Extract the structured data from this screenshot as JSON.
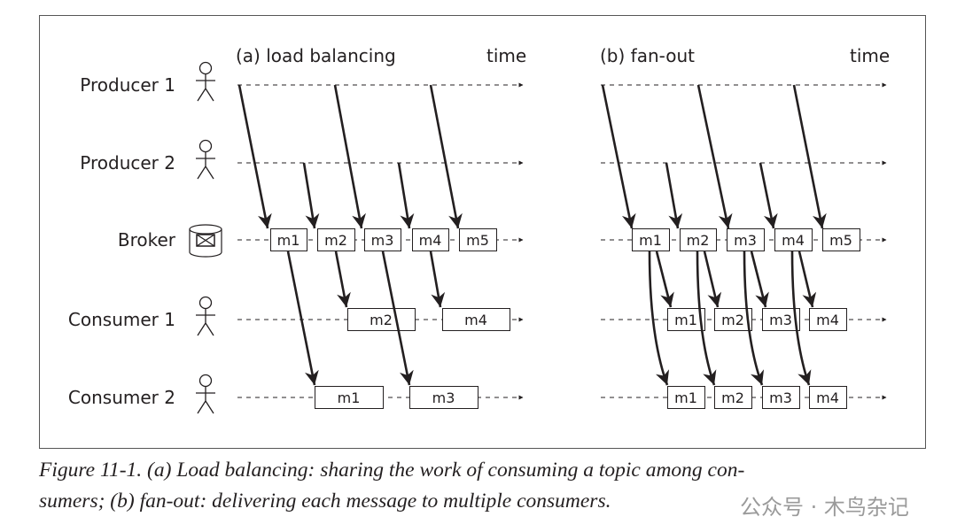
{
  "panels": {
    "a": {
      "title": "(a) load balancing",
      "time": "time"
    },
    "b": {
      "title": "(b) fan-out",
      "time": "time"
    }
  },
  "roles": [
    "Producer 1",
    "Producer 2",
    "Broker",
    "Consumer 1",
    "Consumer 2"
  ],
  "messages": {
    "broker_a": [
      "m1",
      "m2",
      "m3",
      "m4",
      "m5"
    ],
    "consumer1_a": [
      "m2",
      "m4"
    ],
    "consumer2_a": [
      "m1",
      "m3"
    ],
    "broker_b": [
      "m1",
      "m2",
      "m3",
      "m4",
      "m5"
    ],
    "consumer1_b": [
      "m1",
      "m2",
      "m3",
      "m4"
    ],
    "consumer2_b": [
      "m1",
      "m2",
      "m3",
      "m4"
    ]
  },
  "caption": {
    "line1": "Figure 11-1. (a) Load balancing: sharing the work of consuming a topic among con-",
    "line2": "sumers; (b) fan-out: delivering each message to multiple consumers."
  },
  "watermark": "公众号 · 木鸟杂记"
}
